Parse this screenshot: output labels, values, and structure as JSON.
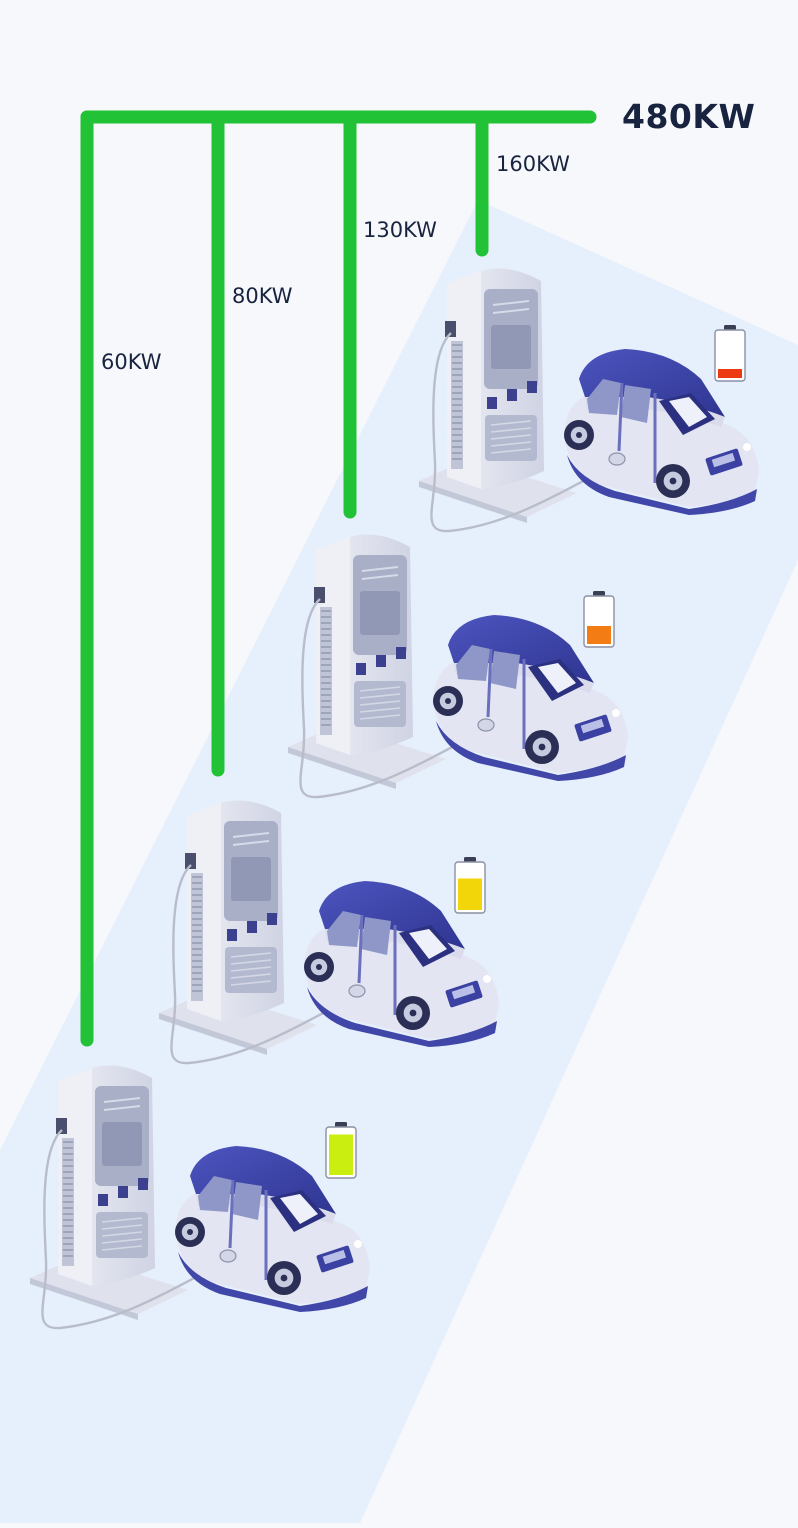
{
  "total": {
    "label": "480KW"
  },
  "branches": [
    {
      "label": "60KW",
      "battery_level": 0.9,
      "battery_color": "#c9ee10"
    },
    {
      "label": "80KW",
      "battery_level": 0.7,
      "battery_color": "#f2d60a"
    },
    {
      "label": "130KW",
      "battery_level": 0.4,
      "battery_color": "#f47c14"
    },
    {
      "label": "160KW",
      "battery_level": 0.2,
      "battery_color": "#ee3a12"
    }
  ],
  "colors": {
    "power_line": "#22c236",
    "band": "#e6effc",
    "car_body": "#3d43a7",
    "charger_screen": "#a8afc7"
  }
}
